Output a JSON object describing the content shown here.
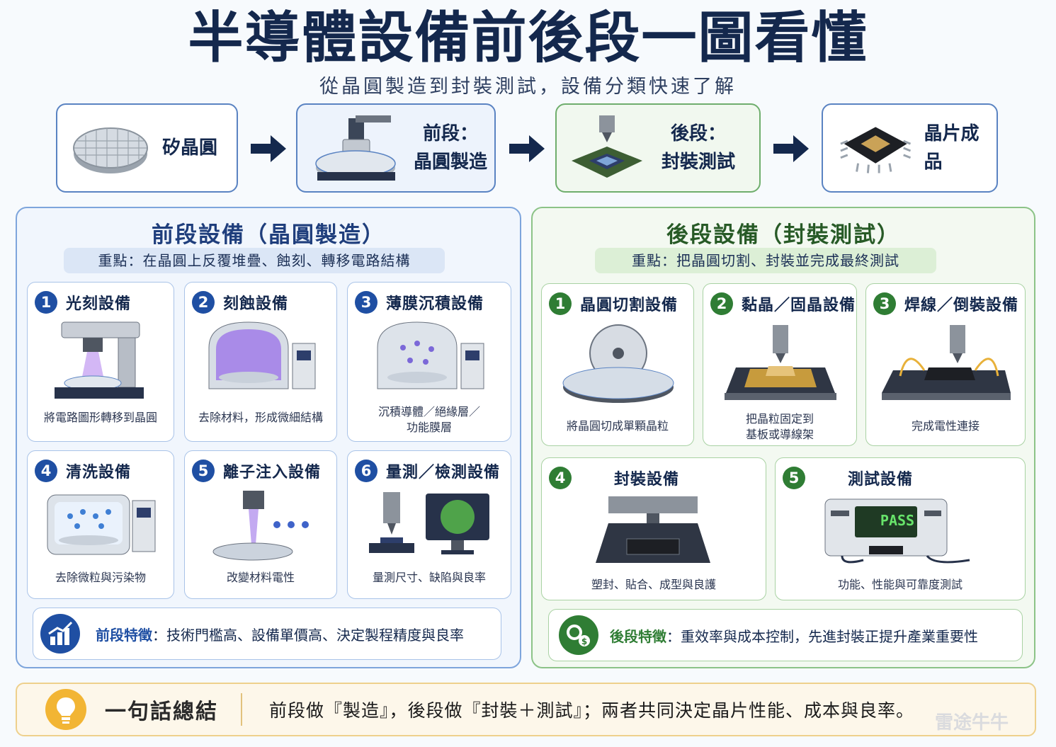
{
  "header": {
    "title": "半導體設備前後段一圖看懂",
    "subtitle": "從晶圓製造到封裝測試，設備分類快速了解"
  },
  "flow": [
    {
      "label": "矽晶圓"
    },
    {
      "label_line1": "前段：",
      "label_line2": "晶圓製造"
    },
    {
      "label_line1": "後段：",
      "label_line2": "封裝測試"
    },
    {
      "label": "晶片成品"
    }
  ],
  "front": {
    "title": "前段設備（晶圓製造）",
    "focus": "重點：在晶圓上反覆堆疊、蝕刻、轉移電路結構",
    "cards": [
      {
        "num": "1",
        "name": "光刻設備",
        "desc": "將電路圖形轉移到晶圓"
      },
      {
        "num": "2",
        "name": "刻蝕設備",
        "desc": "去除材料，形成微細結構"
      },
      {
        "num": "3",
        "name": "薄膜沉積設備",
        "desc1": "沉積導體／絕緣層／",
        "desc2": "功能膜層"
      },
      {
        "num": "4",
        "name": "清洗設備",
        "desc": "去除微粒與污染物"
      },
      {
        "num": "5",
        "name": "離子注入設備",
        "desc": "改變材料電性"
      },
      {
        "num": "6",
        "name": "量測／檢測設備",
        "desc": "量測尺寸、缺陷與良率"
      }
    ],
    "feature_label": "前段特徵",
    "feature_text": "：技術門檻高、設備單價高、決定製程精度與良率"
  },
  "back": {
    "title": "後段設備（封裝測試）",
    "focus": "重點：把晶圓切割、封裝並完成最終測試",
    "cards": [
      {
        "num": "1",
        "name": "晶圓切割設備",
        "desc": "將晶圓切成單顆晶粒"
      },
      {
        "num": "2",
        "name": "黏晶／固晶設備",
        "desc1": "把晶粒固定到",
        "desc2": "基板或導線架"
      },
      {
        "num": "3",
        "name": "焊線／倒裝設備",
        "desc": "完成電性連接"
      },
      {
        "num": "4",
        "name": "封裝設備",
        "desc": "塑封、貼合、成型與良護"
      },
      {
        "num": "5",
        "name": "測試設備",
        "desc": "功能、性能與可靠度測試",
        "screen": "PASS"
      }
    ],
    "feature_label": "後段特徵",
    "feature_text": "：重效率與成本控制，先進封裝正提升產業重要性"
  },
  "summary": {
    "label": "一句話總結",
    "text": "前段做『製造』，後段做『封裝＋測試』；兩者共同決定晶片性能、成本與良率。"
  },
  "watermark": "雷途牛牛",
  "colors": {
    "navy": "#14284d",
    "blue": "#1f4fa3",
    "green": "#2f7d34",
    "gold": "#f2b534"
  }
}
